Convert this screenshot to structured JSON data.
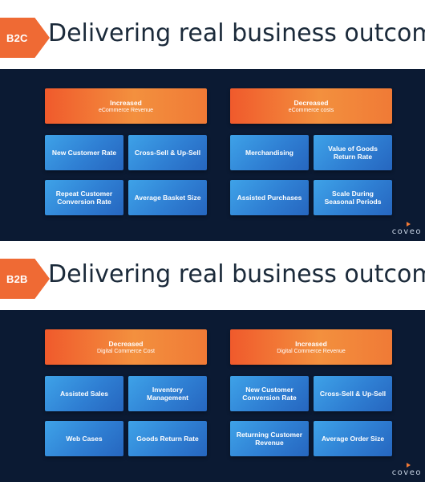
{
  "slides": [
    {
      "badge": "B2C",
      "title": "Delivering real business outcomes",
      "left": {
        "heading": "Increased",
        "sub": "eCommerce Revenue",
        "tiles": [
          "New Customer Rate",
          "Cross-Sell & Up-Sell",
          "Repeat Customer Conversion Rate",
          "Average Basket Size"
        ]
      },
      "right": {
        "heading": "Decreased",
        "sub": "eCommerce costs",
        "tiles": [
          "Merchandising",
          "Value of Goods Return Rate",
          "Assisted Purchases",
          "Scale During Seasonal Periods"
        ]
      },
      "logo": "coveo"
    },
    {
      "badge": "B2B",
      "title": "Delivering real business outcomes",
      "left": {
        "heading": "Decreased",
        "sub": "Digital Commerce Cost",
        "tiles": [
          "Assisted Sales",
          "Inventory Management",
          "Web Cases",
          "Goods Return Rate"
        ]
      },
      "right": {
        "heading": "Increased",
        "sub": "Digital Commerce Revenue",
        "tiles": [
          "New Customer Conversion Rate",
          "Cross-Sell & Up-Sell",
          "Returning Customer Revenue",
          "Average Order Size"
        ]
      },
      "logo": "coveo"
    }
  ],
  "colors": {
    "accent_orange": "#ef6a34",
    "panel_navy": "#0b1a33",
    "tile_blue": "#2f7fd3"
  }
}
